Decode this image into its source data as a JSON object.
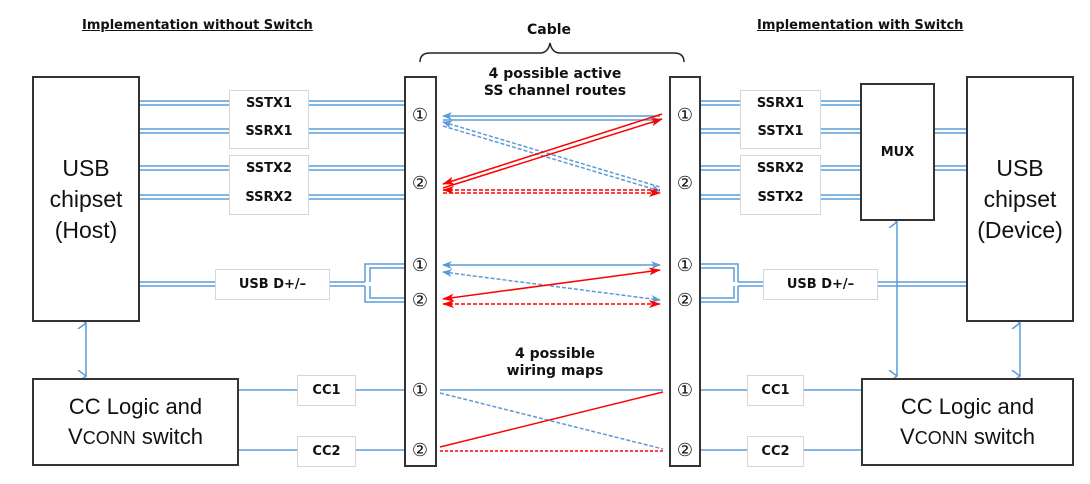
{
  "titles": {
    "left": "Implementation without Switch",
    "cable": "Cable",
    "right": "Implementation with Switch"
  },
  "left": {
    "chipset": [
      "USB",
      "chipset",
      "(Host)"
    ],
    "cc_logic": {
      "line1": "CC Logic and",
      "line2_prefix": "V",
      "line2_smallcaps": "CONN",
      "line2_suffix": " switch"
    },
    "ss_group1": [
      "SSTX1",
      "SSRX1"
    ],
    "ss_group2": [
      "SSTX2",
      "SSRX2"
    ],
    "usb2_label": "USB D+/–",
    "cc1_label": "CC1",
    "cc2_label": "CC2"
  },
  "right": {
    "chipset": [
      "USB",
      "chipset",
      "(Device)"
    ],
    "mux": "MUX",
    "cc_logic": {
      "line1": "CC Logic and",
      "line2_prefix": "V",
      "line2_smallcaps": "CONN",
      "line2_suffix": " switch"
    },
    "ss_group1": [
      "SSRX1",
      "SSTX1"
    ],
    "ss_group2": [
      "SSRX2",
      "SSTX2"
    ],
    "usb2_label": "USB D+/–",
    "cc1_label": "CC1",
    "cc2_label": "CC2"
  },
  "connector": {
    "pin1": "①",
    "pin2": "②"
  },
  "cable_notes": {
    "ss_routes": [
      "4 possible active",
      "SS channel routes"
    ],
    "wiring_maps": [
      "4 possible",
      "wiring maps"
    ]
  },
  "colors": {
    "wire_blue": "#5B9BD5",
    "route_red": "#FF0000",
    "outline": "#333333"
  }
}
